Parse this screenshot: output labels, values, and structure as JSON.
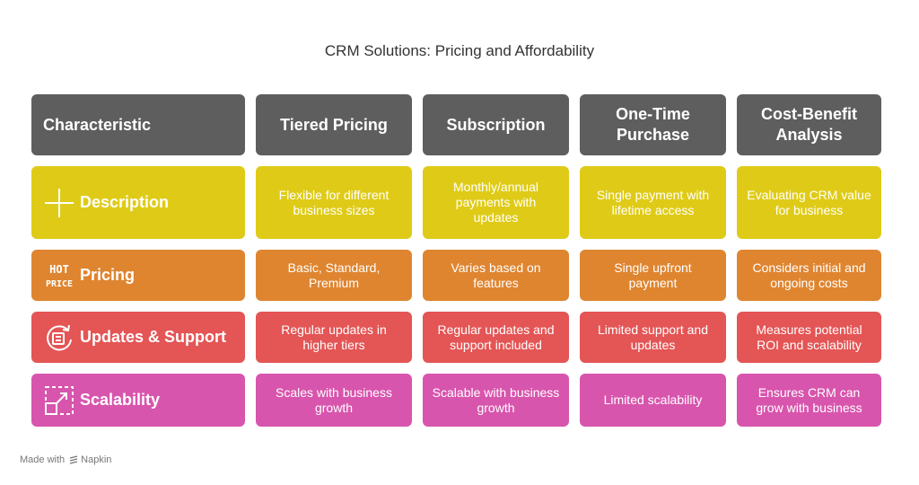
{
  "title": "CRM Solutions: Pricing and Affordability",
  "headers": [
    "Characteristic",
    "Tiered Pricing",
    "Subscription",
    "One-Time Purchase",
    "Cost-Benefit Analysis"
  ],
  "rows": [
    {
      "label": "Description",
      "icon": "plus-icon",
      "cells": [
        "Flexible for different business sizes",
        "Monthly/annual payments with updates",
        "Single payment with lifetime access",
        "Evaluating CRM value for business"
      ]
    },
    {
      "label": "Pricing",
      "icon": "hot-price-icon",
      "icon_text": [
        "HOT",
        "PRICE"
      ],
      "cells": [
        "Basic, Standard, Premium",
        "Varies based on features",
        "Single upfront payment",
        "Considers initial and ongoing costs"
      ]
    },
    {
      "label": "Updates & Support",
      "icon": "update-cycle-icon",
      "cells": [
        "Regular updates in higher tiers",
        "Regular updates and support included",
        "Limited support and updates",
        "Measures potential ROI and scalability"
      ]
    },
    {
      "label": "Scalability",
      "icon": "expand-icon",
      "cells": [
        "Scales with business growth",
        "Scalable with business growth",
        "Limited scalability",
        "Ensures CRM can grow with business"
      ]
    }
  ],
  "colors": {
    "header": "#5e5e5e",
    "description": "#dfcb17",
    "pricing": "#df8530",
    "updates": "#e45555",
    "scalability": "#d855ad"
  },
  "footer": {
    "made_with": "Made with",
    "brand": "Napkin"
  }
}
